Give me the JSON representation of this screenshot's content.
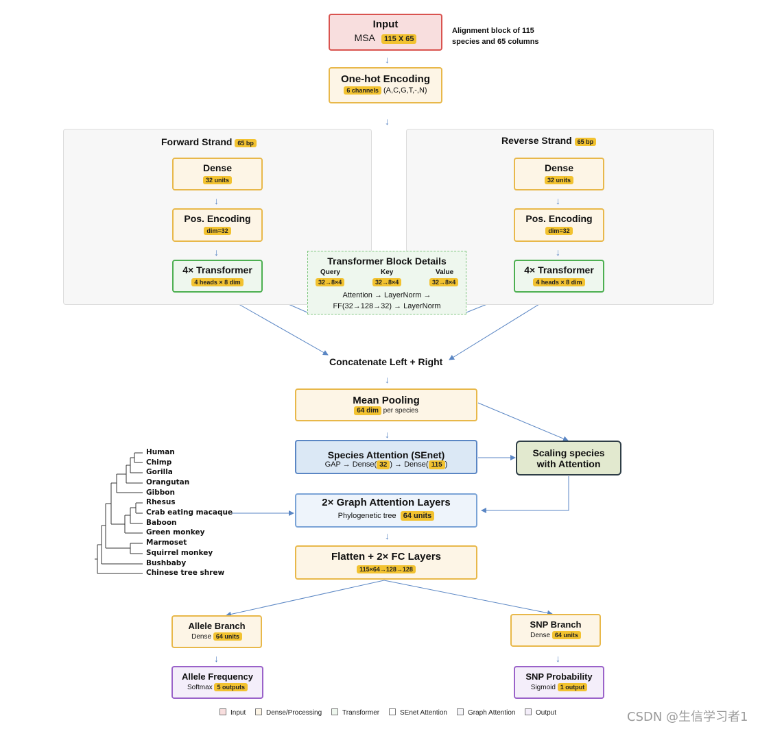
{
  "input": {
    "title": "Input",
    "label": "MSA",
    "badge": "115 X 65",
    "note_line1": "Alignment block of 115",
    "note_line2": "species and 65 columns"
  },
  "onehot": {
    "title": "One-hot Encoding",
    "badge": "6 channels",
    "text": "(A,C,G,T,-,N)"
  },
  "forward": {
    "title": "Forward Strand",
    "badge": "65 bp",
    "dense_title": "Dense",
    "dense_badge": "32 units",
    "pos_title": "Pos. Encoding",
    "pos_badge": "dim=32",
    "trans_title": "4× Transformer",
    "trans_badge": "4 heads × 8 dim"
  },
  "reverse": {
    "title": "Reverse Strand",
    "badge": "65 bp",
    "dense_title": "Dense",
    "dense_badge": "32 units",
    "pos_title": "Pos. Encoding",
    "pos_badge": "dim=32",
    "trans_title": "4× Transformer",
    "trans_badge": "4 heads × 8 dim"
  },
  "details": {
    "title": "Transformer Block Details",
    "cols": [
      {
        "label": "Query",
        "badge": "32→8×4"
      },
      {
        "label": "Key",
        "badge": "32→8×4"
      },
      {
        "label": "Value",
        "badge": "32→8×4"
      }
    ],
    "line1": "Attention → LayerNorm →",
    "line2": "FF(32→128→32) → LayerNorm"
  },
  "concat": {
    "title": "Concatenate Left + Right"
  },
  "meanpool": {
    "title": "Mean Pooling",
    "badge": "64 dim",
    "text": "per species"
  },
  "senet": {
    "title": "Species Attention (SEnet)",
    "pre": "GAP → Dense(",
    "badge1": "32",
    "mid": ") →   Dense(",
    "badge2": "115",
    "post": ")"
  },
  "scaling": {
    "line1": "Scaling species",
    "line2": "with Attention"
  },
  "graph": {
    "title": "2× Graph Attention Layers",
    "text": "Phylogenetic tree",
    "badge": "64 units"
  },
  "flatten": {
    "title": "Flatten + 2× FC Layers",
    "badge": "115×64→128→128"
  },
  "allele_branch": {
    "title": "Allele Branch",
    "text": "Dense",
    "badge": "64 units"
  },
  "snp_branch": {
    "title": "SNP Branch",
    "text": "Dense",
    "badge": "64 units"
  },
  "allele_freq": {
    "title": "Allele Frequency",
    "text": "Softmax",
    "badge": "5 outputs"
  },
  "snp_prob": {
    "title": "SNP Probability",
    "text": "Sigmoid",
    "badge": "1 output"
  },
  "tree": {
    "species": [
      "Human",
      "Chimp",
      "Gorilla",
      "Orangutan",
      "Gibbon",
      "Rhesus",
      "Crab eating macaque",
      "Baboon",
      "Green monkey",
      "Marmoset",
      "Squirrel monkey",
      "Bushbaby",
      "Chinese tree shrew"
    ]
  },
  "legend": [
    {
      "label": "Input",
      "color": "#f8dede"
    },
    {
      "label": "Dense/Processing",
      "color": "#fdf5e6"
    },
    {
      "label": "Transformer",
      "color": "#eef7ee"
    },
    {
      "label": "SEnet Attention",
      "color": "#ffffff"
    },
    {
      "label": "Graph Attention",
      "color": "#f4f4f8"
    },
    {
      "label": "Output",
      "color": "#f4eefa"
    }
  ],
  "watermark": "CSDN @生信学习者1",
  "colors": {
    "arrow": "#5a86c4",
    "badge": "#f2c230"
  }
}
